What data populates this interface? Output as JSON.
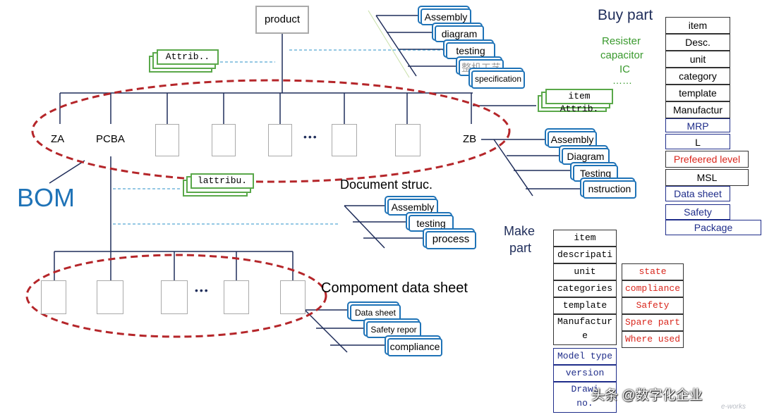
{
  "top": {
    "product": "product"
  },
  "tree": {
    "za": "ZA",
    "pcba": "PCBA",
    "zb": "ZB",
    "ellipsis1": "•••",
    "ellipsis2": "•••",
    "bom": "BOM"
  },
  "attribs": {
    "attrib": "Attrib..",
    "item_attrib": "item Attrib.",
    "lattribu": "lattribu."
  },
  "product_docs": [
    "Assembly",
    "diagram",
    "testing",
    "整机工艺",
    "specification"
  ],
  "zb_docs": [
    "Assembly",
    "Diagram",
    "Testing",
    "nstruction"
  ],
  "doc_struc": {
    "title": "Document struc.",
    "items": [
      "Assembly",
      "testing",
      "process"
    ]
  },
  "component": {
    "title": "Compoment  data sheet",
    "items": [
      "Data sheet",
      "Safety repor",
      "compliance"
    ]
  },
  "buy_part": {
    "title": "Buy part",
    "examples": [
      "Resister",
      "capacitor",
      "IC",
      "……"
    ],
    "items": [
      "item",
      "Desc.",
      "unit",
      "category",
      "template",
      "Manufactur",
      "MRP",
      "L",
      "Prefeered level",
      "MSL",
      "Data sheet",
      "Safety",
      "Package"
    ]
  },
  "make_part": {
    "title_line1": "Make",
    "title_line2": "part",
    "col1": [
      "item",
      "descripati",
      "unit",
      "categories",
      "template",
      "Manufactur",
      "e"
    ],
    "col1b": [
      "Model type",
      "version",
      "Drawi",
      "no."
    ],
    "col2": [
      "state",
      "compliance",
      "Safety",
      "Spare part",
      "Where used"
    ]
  },
  "watermark": {
    "text": "头条 @数字化企业",
    "logo": "e-works"
  },
  "colors": {
    "tree_line": "#1f2d5a",
    "blue": "#1f73b7",
    "green": "#5aa84a",
    "red_dash": "#b5262a",
    "bom_text": "#1f73b7",
    "red_text": "#d9261c"
  }
}
